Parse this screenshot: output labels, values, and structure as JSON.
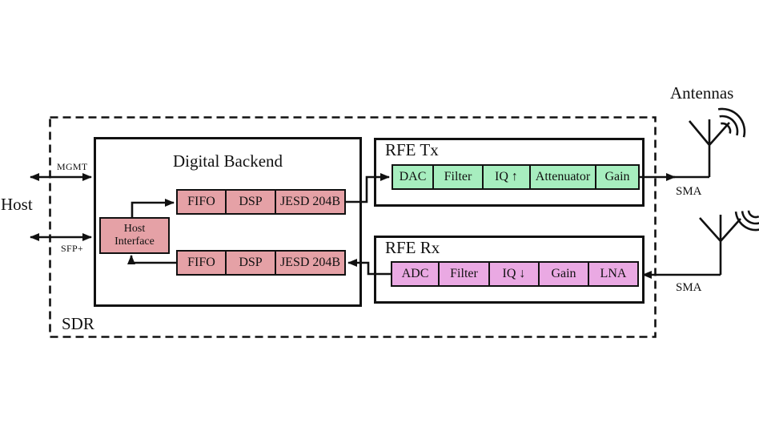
{
  "diagram": {
    "host_label": "Host",
    "sdr_label": "SDR",
    "antennas_label": "Antennas",
    "links": {
      "mgmt": "MGMT",
      "sfp": "SFP+",
      "sma_tx": "SMA",
      "sma_rx": "SMA"
    },
    "digital_backend": {
      "title": "Digital Backend",
      "host_interface_label": "Host Interface",
      "tx_chain": [
        "FIFO",
        "DSP",
        "JESD 204B"
      ],
      "rx_chain": [
        "FIFO",
        "DSP",
        "JESD 204B"
      ]
    },
    "rfe_tx": {
      "title": "RFE Tx",
      "blocks": [
        "DAC",
        "Filter",
        "IQ ↑",
        "Attenuator",
        "Gain"
      ]
    },
    "rfe_rx": {
      "title": "RFE Rx",
      "blocks": [
        "ADC",
        "Filter",
        "IQ ↓",
        "Gain",
        "LNA"
      ]
    },
    "colors": {
      "backend_block": "#e5a1a6",
      "tx_block": "#a7eebf",
      "rx_block": "#eaa9e3",
      "line": "#111111",
      "background": "#ffffff"
    }
  }
}
